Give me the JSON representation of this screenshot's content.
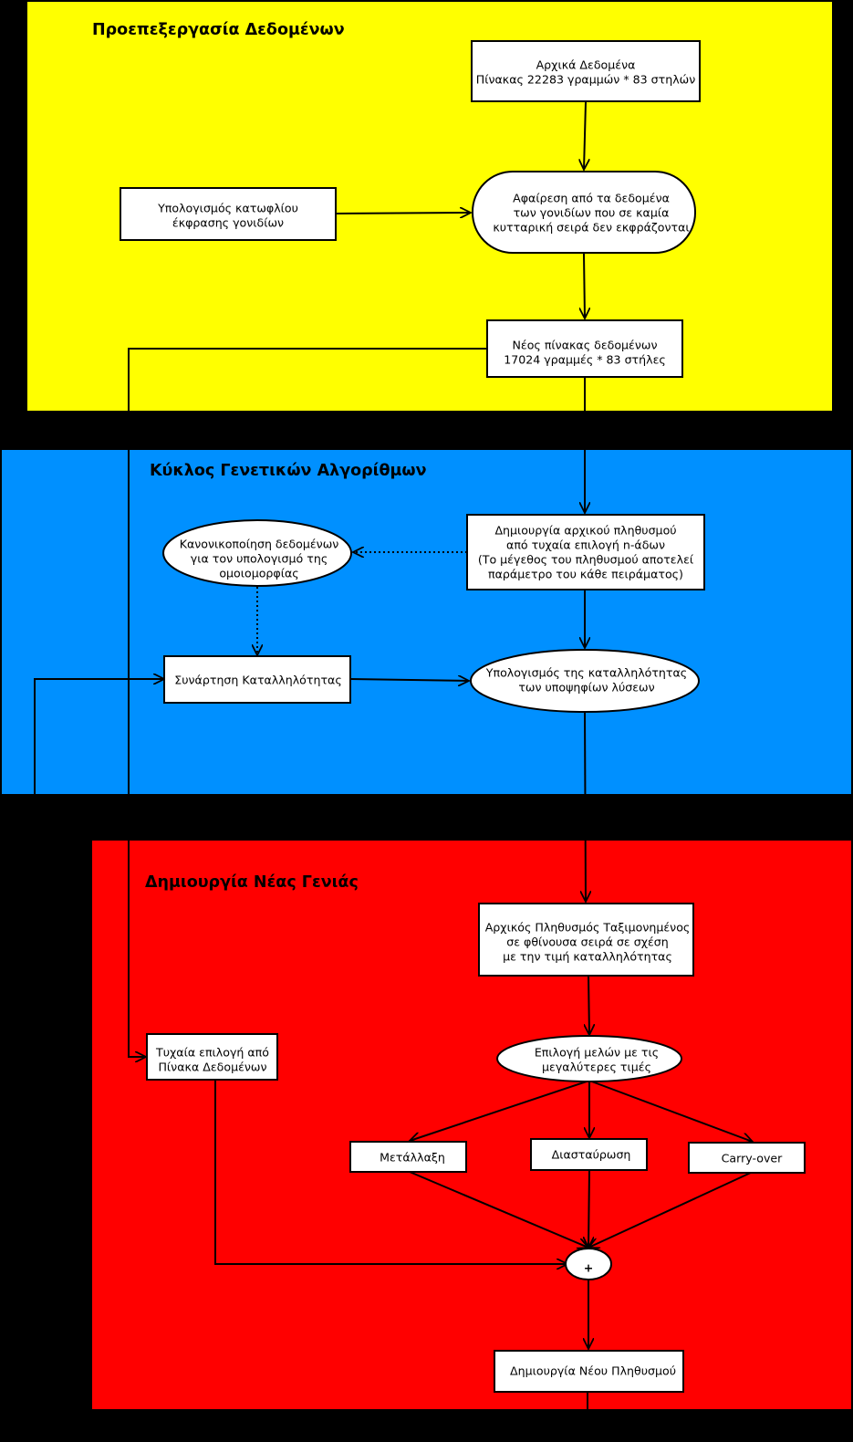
{
  "colors": {
    "background": "#000000",
    "preprocessing": "#ffff00",
    "genetic_cycle": "#0090ff",
    "new_generation": "#ff0000",
    "node_fill": "#ffffff",
    "stroke": "#000000"
  },
  "panels": {
    "preprocessing": {
      "title": "Προεπεξεργασία Δεδομένων"
    },
    "genetic_cycle": {
      "title": "Κύκλος Γενετικών Αλγορίθμων"
    },
    "new_generation": {
      "title": "Δημιουργία Νέας Γενιάς"
    }
  },
  "nodes": {
    "initial_data": {
      "lines": [
        "Αρχικά Δεδομένα",
        "Πίνακας 22283 γραμμών * 83 στηλών"
      ]
    },
    "threshold": {
      "lines": [
        "Υπολογισμός κατωφλίου",
        "έκφρασης γονιδίων"
      ]
    },
    "remove_genes": {
      "lines": [
        "Αφαίρεση από τα δεδομένα",
        "των γονιδίων που σε καμία",
        "κυτταρική σειρά δεν εκφράζονται"
      ]
    },
    "new_table": {
      "lines": [
        "Νέος πίνακας δεδομένων",
        "17024 γραμμές * 83 στήλες"
      ]
    },
    "initial_population": {
      "lines": [
        "Δημιουργία αρχικού πληθυσμού",
        "από τυχαία επιλογή n-άδων",
        "(Το μέγεθος του πληθυσμού αποτελεί",
        "παράμετρο του κάθε πειράματος)"
      ]
    },
    "normalization": {
      "lines": [
        "Κανονικοποίηση δεδομένων",
        "για τον υπολογισμό της",
        "ομοιομορφίας"
      ]
    },
    "fitness_function": {
      "lines": [
        "Συνάρτηση Καταλληλότητας"
      ]
    },
    "fitness_calc": {
      "lines": [
        "Υπολογισμός της καταλληλότητας",
        "των υποψηφίων λύσεων"
      ]
    },
    "sorted_population": {
      "lines": [
        "Αρχικός Πληθυσμός Ταξιμονημένος",
        "σε φθίνουσα σειρά σε σχέση",
        "με την τιμή καταλληλότητας"
      ]
    },
    "random_pick": {
      "lines": [
        "Τυχαία επιλογή από",
        "Πίνακα Δεδομένων"
      ]
    },
    "select_top": {
      "lines": [
        "Επιλογή μελών με τις",
        "μεγαλύτερες τιμές"
      ]
    },
    "mutation": {
      "lines": [
        "Μετάλλαξη"
      ]
    },
    "crossover": {
      "lines": [
        "Διασταύρωση"
      ]
    },
    "carry_over": {
      "lines": [
        "Carry-over"
      ]
    },
    "combine": {
      "lines": [
        "+"
      ]
    },
    "new_population": {
      "lines": [
        "Δημιουργία Νέου Πληθυσμού"
      ]
    }
  },
  "edges": [
    {
      "from": "initial_data",
      "to": "remove_genes",
      "style": "solid"
    },
    {
      "from": "threshold",
      "to": "remove_genes",
      "style": "solid"
    },
    {
      "from": "remove_genes",
      "to": "new_table",
      "style": "solid"
    },
    {
      "from": "new_table",
      "to": "initial_population",
      "style": "solid"
    },
    {
      "from": "new_table",
      "to": "random_pick",
      "style": "solid"
    },
    {
      "from": "initial_population",
      "to": "normalization",
      "style": "dotted"
    },
    {
      "from": "normalization",
      "to": "fitness_function",
      "style": "dotted"
    },
    {
      "from": "initial_population",
      "to": "fitness_calc",
      "style": "solid"
    },
    {
      "from": "fitness_function",
      "to": "fitness_calc",
      "style": "solid"
    },
    {
      "from": "fitness_calc",
      "to": "sorted_population",
      "style": "solid"
    },
    {
      "from": "sorted_population",
      "to": "select_top",
      "style": "solid"
    },
    {
      "from": "select_top",
      "to": "mutation",
      "style": "solid"
    },
    {
      "from": "select_top",
      "to": "crossover",
      "style": "solid"
    },
    {
      "from": "select_top",
      "to": "carry_over",
      "style": "solid"
    },
    {
      "from": "mutation",
      "to": "combine",
      "style": "solid"
    },
    {
      "from": "crossover",
      "to": "combine",
      "style": "solid"
    },
    {
      "from": "carry_over",
      "to": "combine",
      "style": "solid"
    },
    {
      "from": "random_pick",
      "to": "combine",
      "style": "solid"
    },
    {
      "from": "combine",
      "to": "new_population",
      "style": "solid"
    },
    {
      "from": "new_population",
      "to": "fitness_function",
      "style": "solid"
    }
  ]
}
